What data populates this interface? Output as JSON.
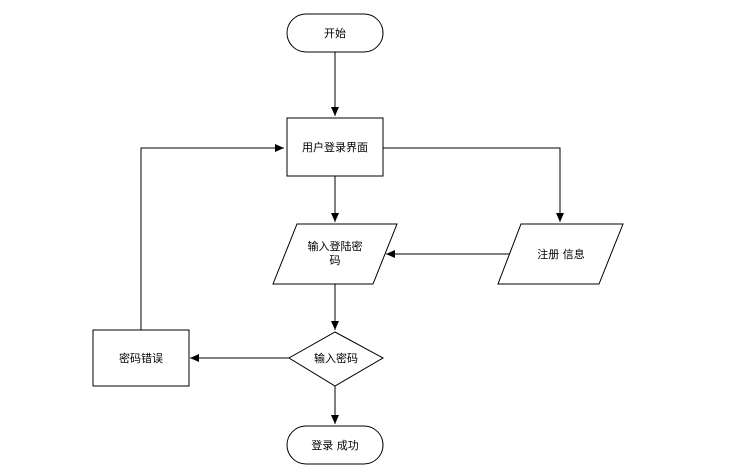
{
  "nodes": {
    "start": {
      "label": "开始"
    },
    "login_ui": {
      "label": "用户登录界面"
    },
    "input_password": {
      "line1": "输入登陆密",
      "line2": "码"
    },
    "register": {
      "label": "注册 信息"
    },
    "check_password": {
      "label": "输入密码"
    },
    "password_error": {
      "label": "密码错误"
    },
    "login_success": {
      "label": "登录 成功"
    }
  }
}
